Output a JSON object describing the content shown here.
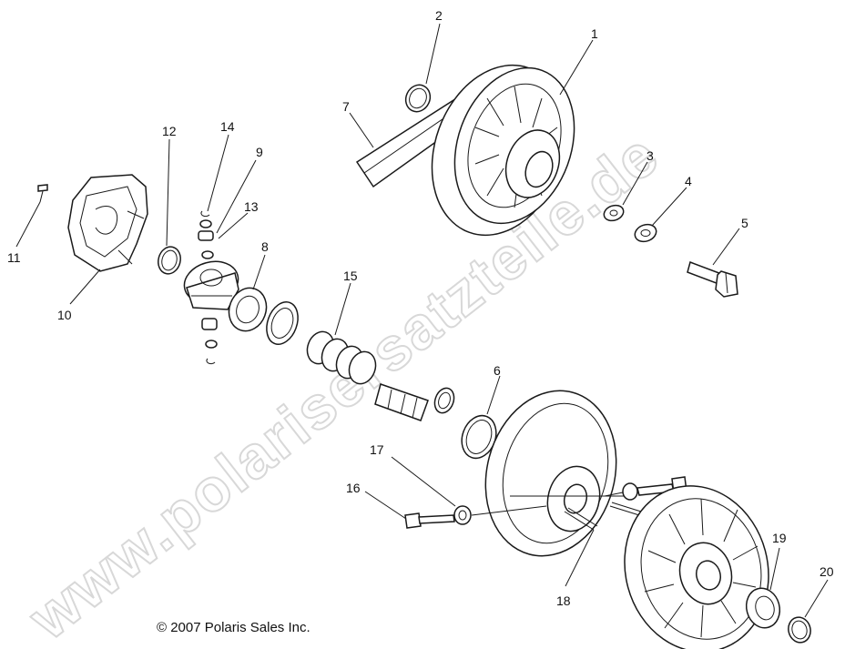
{
  "watermark": "www.polarisersatzteile.de",
  "copyright": "© 2007 Polaris Sales Inc.",
  "callouts": [
    "1",
    "2",
    "3",
    "4",
    "5",
    "6",
    "7",
    "8",
    "9",
    "10",
    "11",
    "12",
    "13",
    "14",
    "15",
    "16",
    "17",
    "18",
    "19",
    "20"
  ]
}
